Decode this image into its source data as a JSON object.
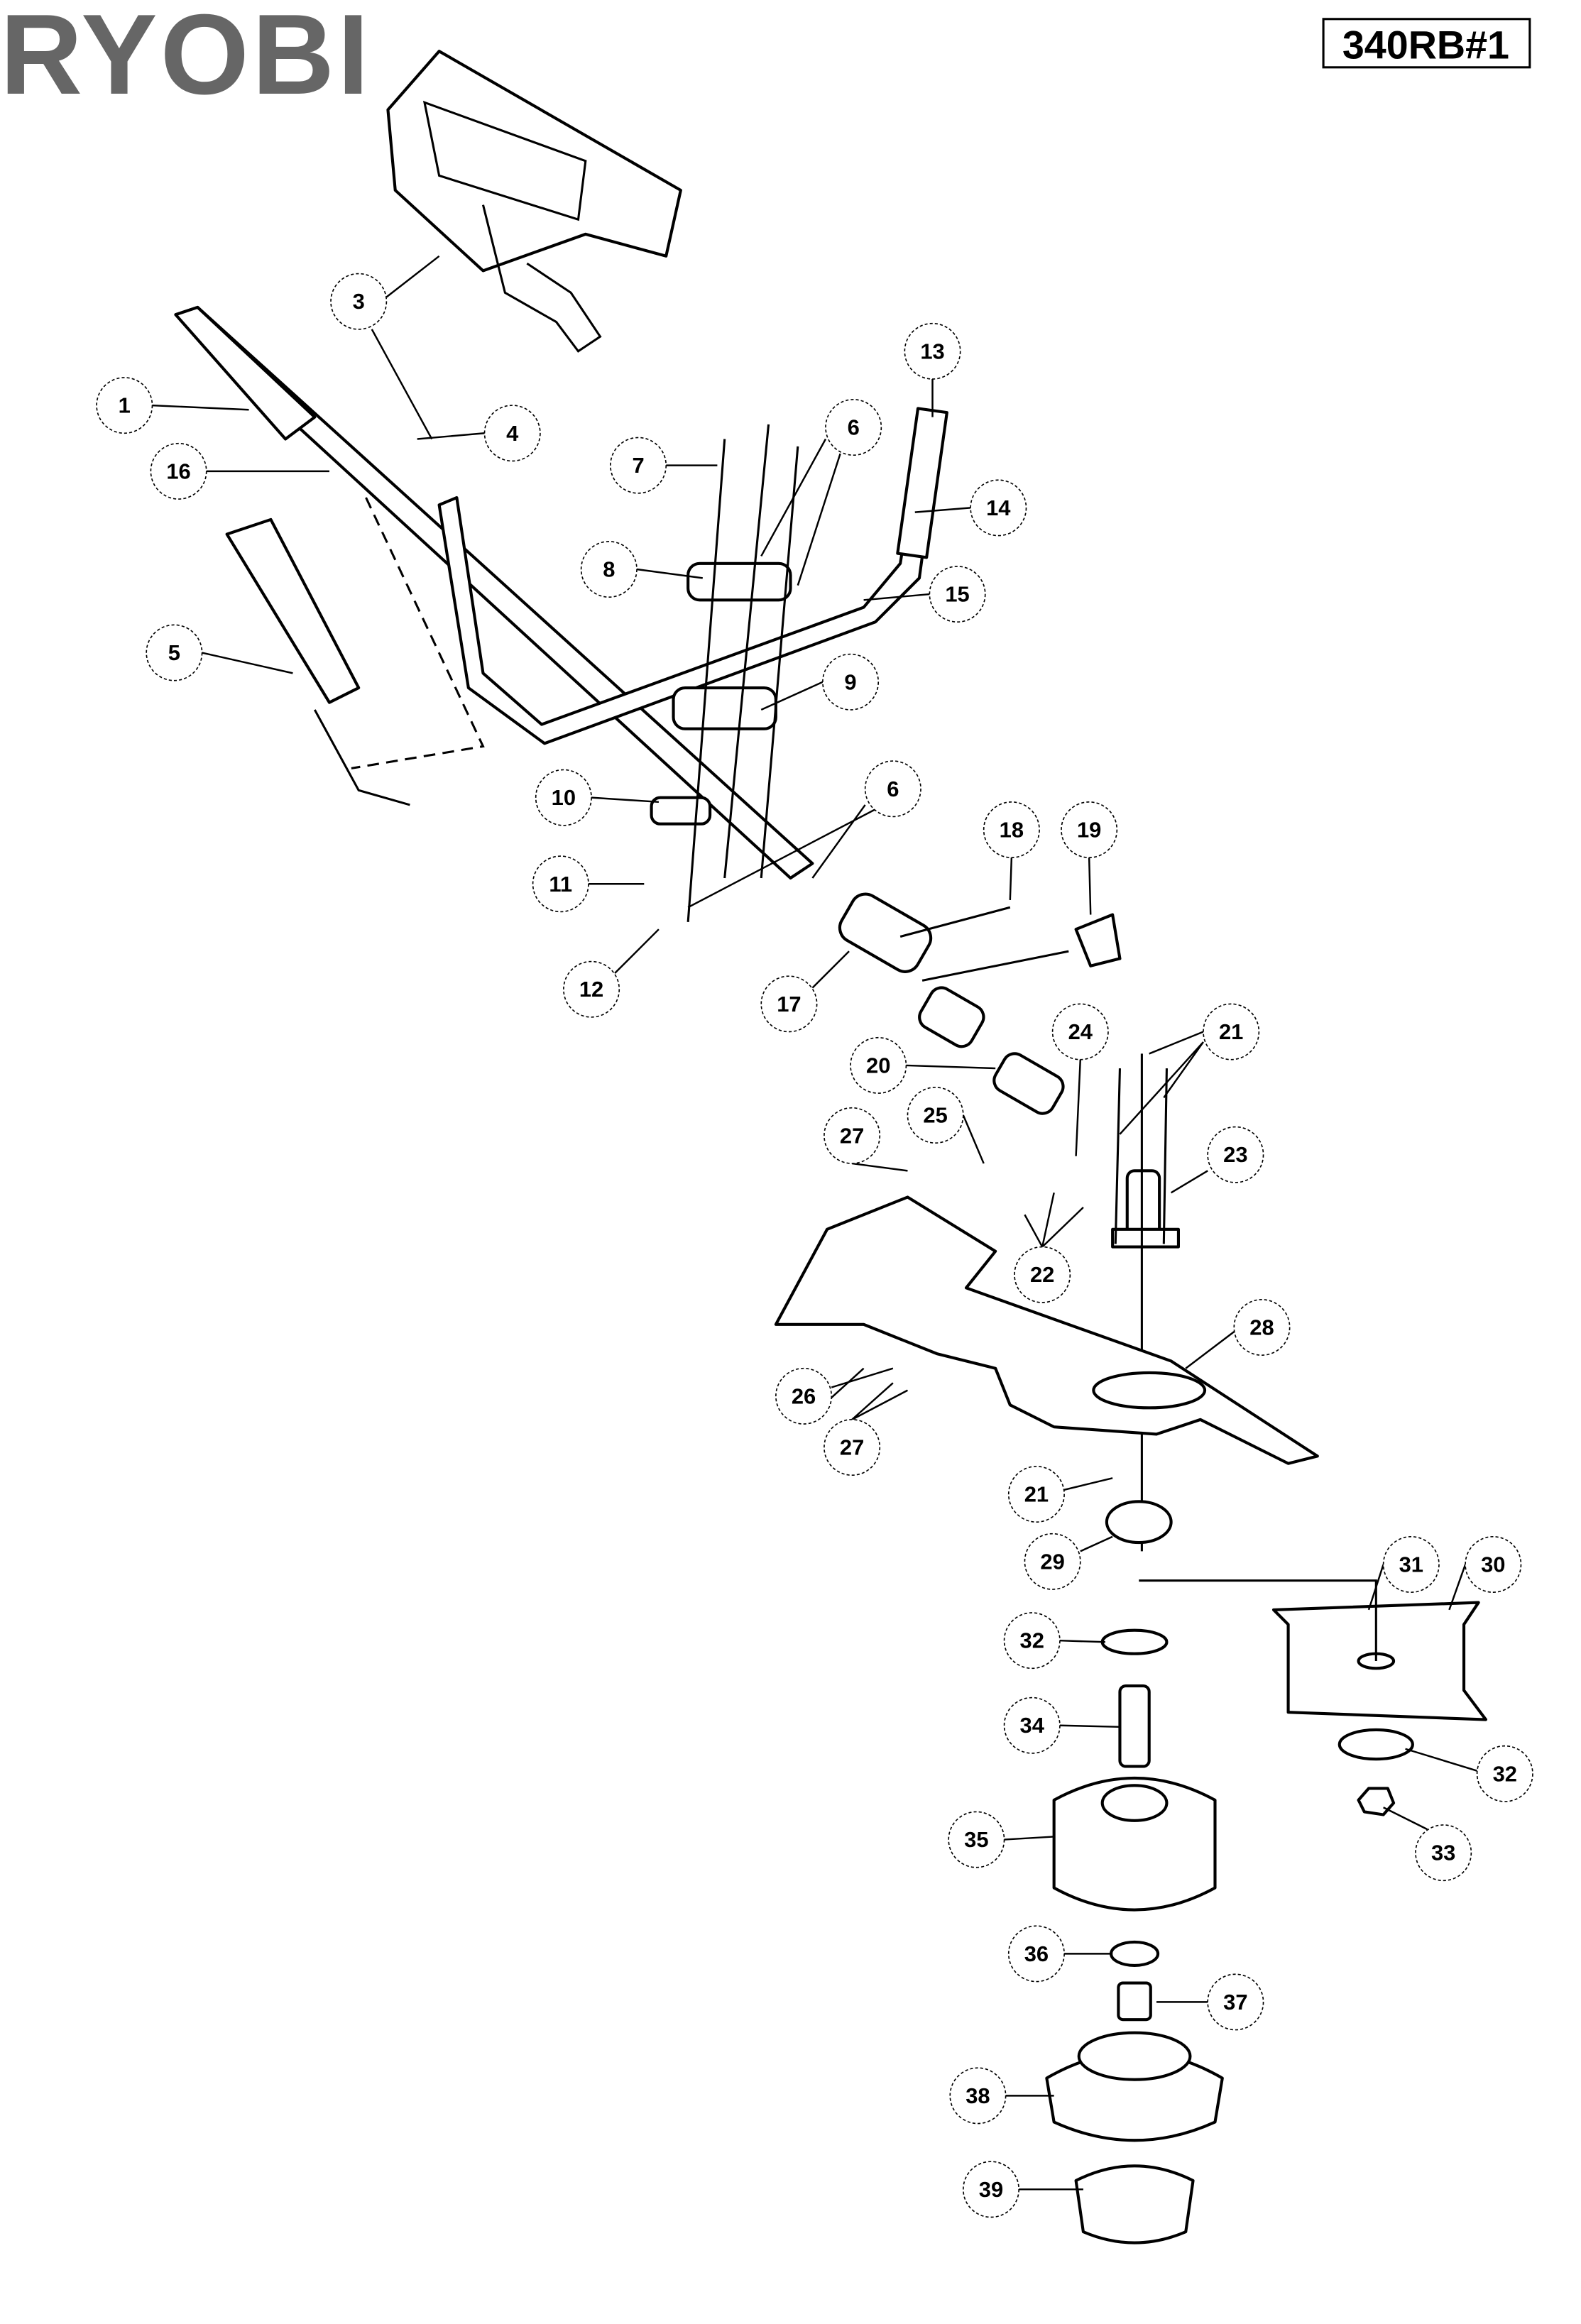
{
  "header": {
    "brand_logo": "RYOBI",
    "model_code": "340RB#1"
  },
  "callouts": [
    "1",
    "3",
    "4",
    "16",
    "5",
    "7",
    "6",
    "8",
    "13",
    "14",
    "15",
    "9",
    "10",
    "6",
    "11",
    "12",
    "18",
    "19",
    "17",
    "20",
    "24",
    "21",
    "27",
    "25",
    "23",
    "22",
    "28",
    "26",
    "27",
    "21",
    "29",
    "31",
    "30",
    "32",
    "34",
    "32",
    "35",
    "33",
    "36",
    "37",
    "38",
    "39"
  ]
}
